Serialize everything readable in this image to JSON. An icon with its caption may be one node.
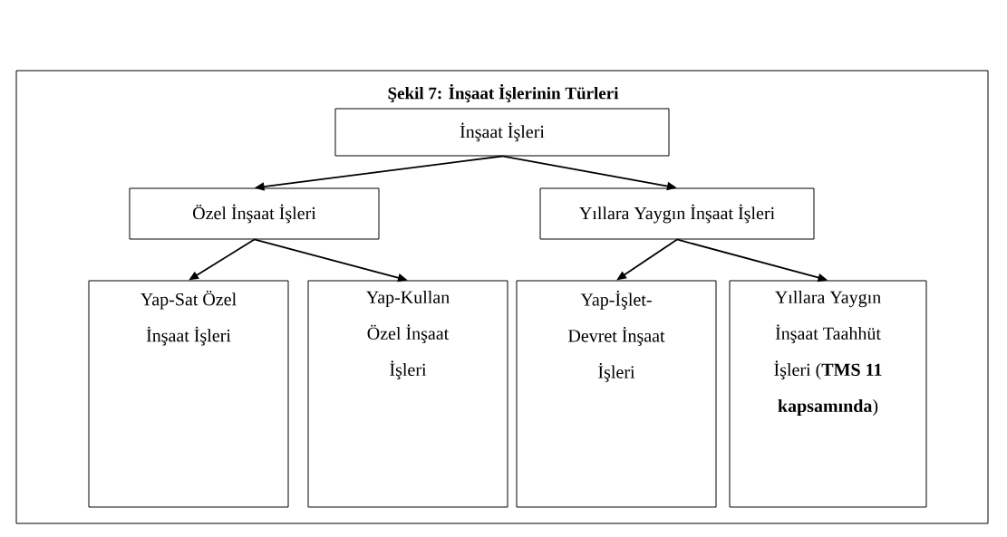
{
  "diagram": {
    "title": "Şekil 7: İnşaat İşlerinin Türleri",
    "nodes": [
      {
        "text": [
          "İnşaat İşleri"
        ]
      },
      {
        "text": [
          "Özel İnşaat İşleri"
        ]
      },
      {
        "text": [
          "Yıllara Yaygın İnşaat İşleri"
        ]
      },
      {
        "text": [
          "Yap-Sat Özel İnşaat İşleri"
        ]
      },
      {
        "text": [
          "Yap-Kullan Özel İnşaat İşleri"
        ]
      },
      {
        "text": [
          "Yap-İşlet-Devret İnşaat İşleri"
        ]
      },
      {
        "text": [
          "Yıllara Yaygın İnşaat Taahhüt İşleri (**TMS 11 kapsamında**)"
        ]
      }
    ],
    "edges": [
      {
        "from": 0,
        "to": 1,
        "arrow": "to"
      },
      {
        "from": 0,
        "to": 2,
        "arrow": "to"
      },
      {
        "from": 1,
        "to": 3,
        "arrow": "to"
      },
      {
        "from": 1,
        "to": 4,
        "arrow": "to"
      },
      {
        "from": 2,
        "to": 5,
        "arrow": "to"
      },
      {
        "from": 2,
        "to": 6,
        "arrow": "to"
      }
    ]
  }
}
